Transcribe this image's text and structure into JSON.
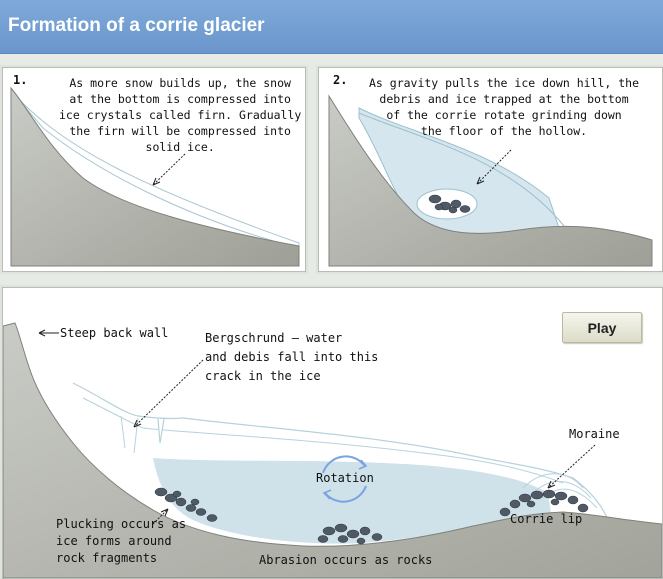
{
  "header": {
    "title": "Formation of a corrie glacier"
  },
  "step1": {
    "number": "1.",
    "text": "As more snow builds up, the snow\nat the bottom is compressed into\nice crystals called firn. Gradually\nthe firn will be compressed into\nsolid ice."
  },
  "step2": {
    "number": "2.",
    "text": "As gravity pulls the ice down hill, the\ndebris and ice trapped at the bottom\nof the corrie rotate grinding down\nthe floor of the hollow."
  },
  "main": {
    "play_label": "Play",
    "labels": {
      "back_wall": "Steep back wall",
      "bergschrund": "Bergschrund – water\nand debis fall into this\ncrack in the ice",
      "rotation": "Rotation",
      "moraine": "Moraine",
      "corrie_lip": "Corrie lip",
      "plucking": "Plucking occurs as\nice forms around\nrock fragments",
      "abrasion": "Abrasion occurs as rocks"
    }
  },
  "colors": {
    "header": "#6a96cc",
    "rock": "#a6a69c",
    "ice": "#cfe2ea",
    "stone": "#4f5a66"
  }
}
